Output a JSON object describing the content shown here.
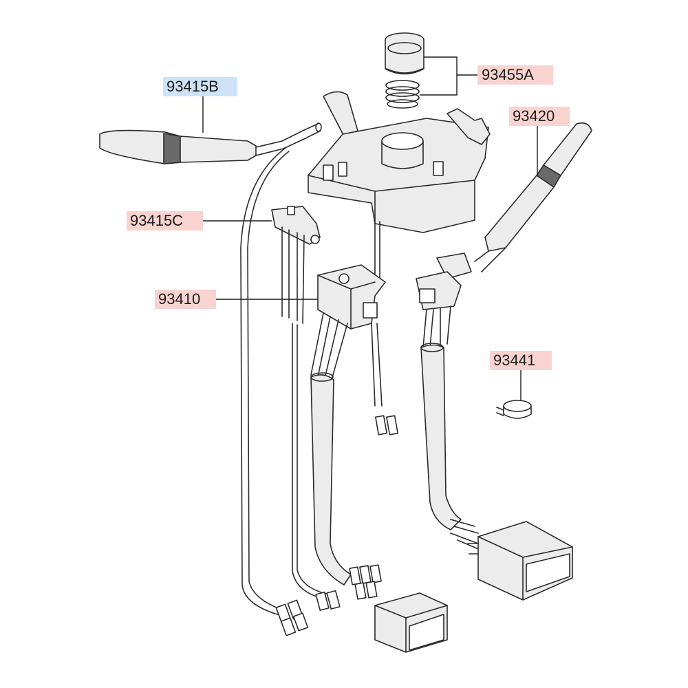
{
  "callouts": [
    {
      "id": "c1",
      "code": "93455A",
      "color": "#f8d3d0"
    },
    {
      "id": "c2",
      "code": "93415B",
      "color": "#cfe3f8"
    },
    {
      "id": "c3",
      "code": "93420",
      "color": "#f8d3d0"
    },
    {
      "id": "c4",
      "code": "93415C",
      "color": "#f8d3d0"
    },
    {
      "id": "c5",
      "code": "93410",
      "color": "#f8d3d0"
    },
    {
      "id": "c6",
      "code": "93441",
      "color": "#f8d3d0"
    }
  ]
}
